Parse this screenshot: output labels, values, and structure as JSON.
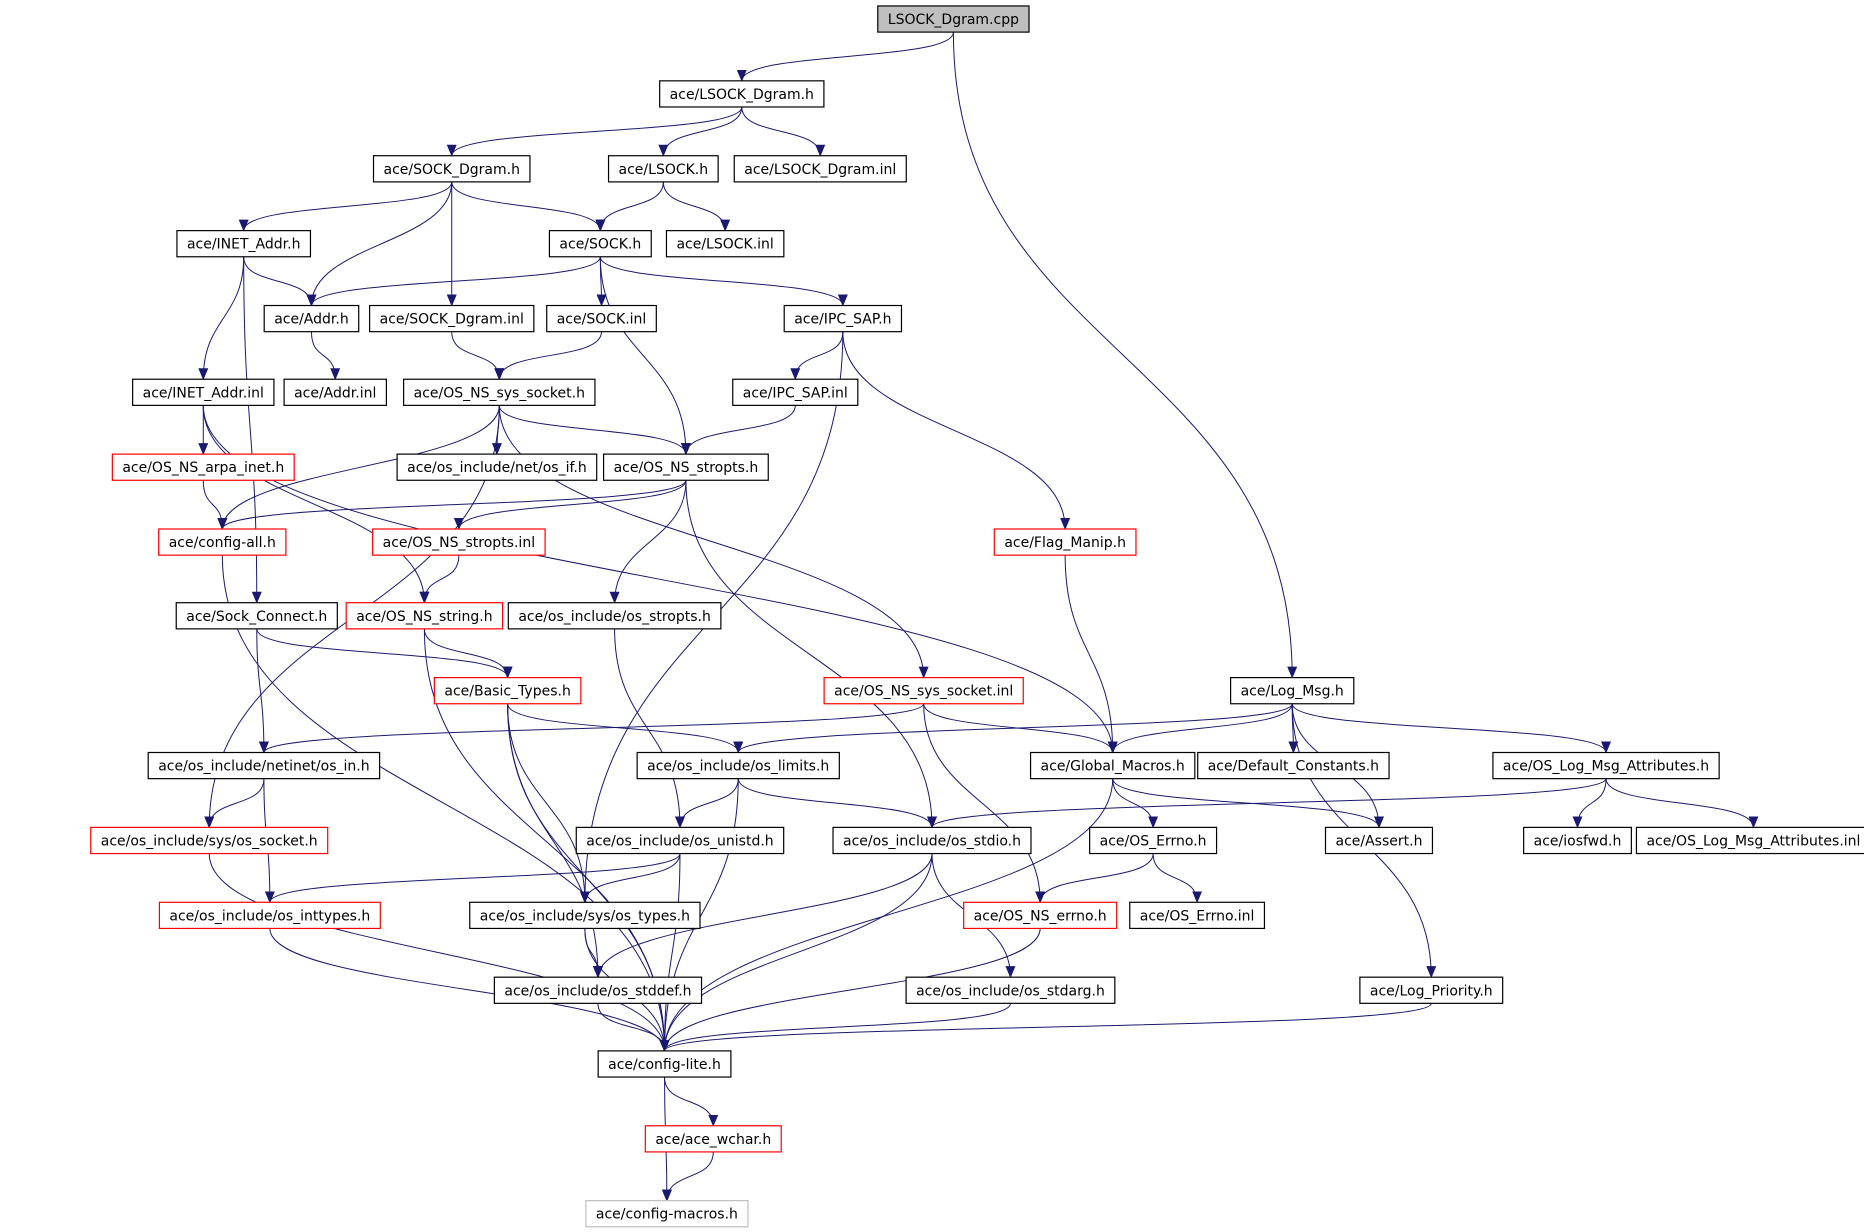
{
  "colors": {
    "edge": "#191970",
    "node_border_default": "#000000",
    "node_border_truncated": "#ff0000",
    "node_border_external": "#bfbfbf",
    "root_fill": "#bfbfbf"
  },
  "nodes": [
    {
      "id": "lsock_dgram_cpp",
      "label": "LSOCK_Dgram.cpp",
      "style": "root"
    },
    {
      "id": "lsock_dgram_h",
      "label": "ace/LSOCK_Dgram.h",
      "style": "normal"
    },
    {
      "id": "sock_dgram_h",
      "label": "ace/SOCK_Dgram.h",
      "style": "normal"
    },
    {
      "id": "lsock_h",
      "label": "ace/LSOCK.h",
      "style": "normal"
    },
    {
      "id": "lsock_dgram_inl",
      "label": "ace/LSOCK_Dgram.inl",
      "style": "normal"
    },
    {
      "id": "inet_addr_h",
      "label": "ace/INET_Addr.h",
      "style": "normal"
    },
    {
      "id": "sock_h",
      "label": "ace/SOCK.h",
      "style": "normal"
    },
    {
      "id": "lsock_inl",
      "label": "ace/LSOCK.inl",
      "style": "normal"
    },
    {
      "id": "addr_h",
      "label": "ace/Addr.h",
      "style": "normal"
    },
    {
      "id": "sock_dgram_inl",
      "label": "ace/SOCK_Dgram.inl",
      "style": "normal"
    },
    {
      "id": "sock_inl",
      "label": "ace/SOCK.inl",
      "style": "normal"
    },
    {
      "id": "ipc_sap_h",
      "label": "ace/IPC_SAP.h",
      "style": "normal"
    },
    {
      "id": "inet_addr_inl",
      "label": "ace/INET_Addr.inl",
      "style": "normal"
    },
    {
      "id": "addr_inl",
      "label": "ace/Addr.inl",
      "style": "normal"
    },
    {
      "id": "os_ns_sys_socket_h",
      "label": "ace/OS_NS_sys_socket.h",
      "style": "normal"
    },
    {
      "id": "ipc_sap_inl",
      "label": "ace/IPC_SAP.inl",
      "style": "normal"
    },
    {
      "id": "os_ns_arpa_inet_h",
      "label": "ace/OS_NS_arpa_inet.h",
      "style": "truncated"
    },
    {
      "id": "os_if_h",
      "label": "ace/os_include/net/os_if.h",
      "style": "normal"
    },
    {
      "id": "os_ns_stropts_h",
      "label": "ace/OS_NS_stropts.h",
      "style": "normal"
    },
    {
      "id": "config_all_h",
      "label": "ace/config-all.h",
      "style": "truncated"
    },
    {
      "id": "os_ns_stropts_inl",
      "label": "ace/OS_NS_stropts.inl",
      "style": "truncated"
    },
    {
      "id": "flag_manip_h",
      "label": "ace/Flag_Manip.h",
      "style": "truncated"
    },
    {
      "id": "sock_connect_h",
      "label": "ace/Sock_Connect.h",
      "style": "normal"
    },
    {
      "id": "os_ns_string_h",
      "label": "ace/OS_NS_string.h",
      "style": "truncated"
    },
    {
      "id": "os_stropts_h",
      "label": "ace/os_include/os_stropts.h",
      "style": "normal"
    },
    {
      "id": "basic_types_h",
      "label": "ace/Basic_Types.h",
      "style": "truncated"
    },
    {
      "id": "os_ns_sys_socket_inl",
      "label": "ace/OS_NS_sys_socket.inl",
      "style": "truncated"
    },
    {
      "id": "log_msg_h",
      "label": "ace/Log_Msg.h",
      "style": "normal"
    },
    {
      "id": "os_in_h",
      "label": "ace/os_include/netinet/os_in.h",
      "style": "normal"
    },
    {
      "id": "os_limits_h",
      "label": "ace/os_include/os_limits.h",
      "style": "normal"
    },
    {
      "id": "global_macros_h",
      "label": "ace/Global_Macros.h",
      "style": "normal"
    },
    {
      "id": "default_constants_h",
      "label": "ace/Default_Constants.h",
      "style": "normal"
    },
    {
      "id": "os_log_msg_attributes_h",
      "label": "ace/OS_Log_Msg_Attributes.h",
      "style": "normal"
    },
    {
      "id": "os_socket_h",
      "label": "ace/os_include/sys/os_socket.h",
      "style": "truncated"
    },
    {
      "id": "os_unistd_h",
      "label": "ace/os_include/os_unistd.h",
      "style": "normal"
    },
    {
      "id": "os_stdio_h",
      "label": "ace/os_include/os_stdio.h",
      "style": "normal"
    },
    {
      "id": "os_errno_h",
      "label": "ace/OS_Errno.h",
      "style": "normal"
    },
    {
      "id": "assert_h",
      "label": "ace/Assert.h",
      "style": "normal"
    },
    {
      "id": "iosfwd_h",
      "label": "ace/iosfwd.h",
      "style": "normal"
    },
    {
      "id": "os_log_msg_attributes_inl",
      "label": "ace/OS_Log_Msg_Attributes.inl",
      "style": "normal"
    },
    {
      "id": "os_inttypes_h",
      "label": "ace/os_include/os_inttypes.h",
      "style": "truncated"
    },
    {
      "id": "os_types_h",
      "label": "ace/os_include/sys/os_types.h",
      "style": "normal"
    },
    {
      "id": "os_ns_errno_h",
      "label": "ace/OS_NS_errno.h",
      "style": "truncated"
    },
    {
      "id": "os_errno_inl",
      "label": "ace/OS_Errno.inl",
      "style": "normal"
    },
    {
      "id": "os_stddef_h",
      "label": "ace/os_include/os_stddef.h",
      "style": "normal"
    },
    {
      "id": "os_stdarg_h",
      "label": "ace/os_include/os_stdarg.h",
      "style": "normal"
    },
    {
      "id": "log_priority_h",
      "label": "ace/Log_Priority.h",
      "style": "normal"
    },
    {
      "id": "config_lite_h",
      "label": "ace/config-lite.h",
      "style": "normal"
    },
    {
      "id": "ace_wchar_h",
      "label": "ace/ace_wchar.h",
      "style": "truncated"
    },
    {
      "id": "config_macros_h",
      "label": "ace/config-macros.h",
      "style": "external"
    }
  ],
  "edges": [
    [
      "lsock_dgram_cpp",
      "lsock_dgram_h"
    ],
    [
      "lsock_dgram_cpp",
      "log_msg_h"
    ],
    [
      "lsock_dgram_h",
      "sock_dgram_h"
    ],
    [
      "lsock_dgram_h",
      "lsock_h"
    ],
    [
      "lsock_dgram_h",
      "lsock_dgram_inl"
    ],
    [
      "sock_dgram_h",
      "inet_addr_h"
    ],
    [
      "sock_dgram_h",
      "addr_h"
    ],
    [
      "sock_dgram_h",
      "sock_h"
    ],
    [
      "sock_dgram_h",
      "sock_dgram_inl"
    ],
    [
      "lsock_h",
      "sock_h"
    ],
    [
      "lsock_h",
      "lsock_inl"
    ],
    [
      "inet_addr_h",
      "addr_h"
    ],
    [
      "inet_addr_h",
      "inet_addr_inl"
    ],
    [
      "inet_addr_h",
      "sock_connect_h"
    ],
    [
      "sock_h",
      "addr_h"
    ],
    [
      "sock_h",
      "sock_inl"
    ],
    [
      "sock_h",
      "ipc_sap_h"
    ],
    [
      "sock_h",
      "os_ns_stropts_h"
    ],
    [
      "addr_h",
      "addr_inl"
    ],
    [
      "sock_dgram_inl",
      "os_ns_sys_socket_h"
    ],
    [
      "sock_inl",
      "os_ns_sys_socket_h"
    ],
    [
      "ipc_sap_h",
      "ipc_sap_inl"
    ],
    [
      "ipc_sap_h",
      "flag_manip_h"
    ],
    [
      "ipc_sap_h",
      "os_types_h"
    ],
    [
      "ipc_sap_inl",
      "os_ns_stropts_h"
    ],
    [
      "inet_addr_inl",
      "os_ns_arpa_inet_h"
    ],
    [
      "inet_addr_inl",
      "os_ns_string_h"
    ],
    [
      "inet_addr_inl",
      "global_macros_h"
    ],
    [
      "os_ns_sys_socket_h",
      "os_if_h"
    ],
    [
      "os_ns_sys_socket_h",
      "os_ns_stropts_h"
    ],
    [
      "os_ns_sys_socket_h",
      "config_all_h"
    ],
    [
      "os_ns_sys_socket_h",
      "os_socket_h"
    ],
    [
      "os_ns_sys_socket_h",
      "os_ns_sys_socket_inl"
    ],
    [
      "os_ns_arpa_inet_h",
      "config_all_h"
    ],
    [
      "os_ns_stropts_h",
      "config_all_h"
    ],
    [
      "os_ns_stropts_h",
      "os_ns_stropts_inl"
    ],
    [
      "os_ns_stropts_h",
      "os_stropts_h"
    ],
    [
      "os_ns_stropts_h",
      "os_stdio_h"
    ],
    [
      "os_ns_stropts_inl",
      "os_ns_string_h"
    ],
    [
      "config_all_h",
      "config_lite_h"
    ],
    [
      "flag_manip_h",
      "global_macros_h"
    ],
    [
      "sock_connect_h",
      "basic_types_h"
    ],
    [
      "sock_connect_h",
      "os_in_h"
    ],
    [
      "os_ns_string_h",
      "basic_types_h"
    ],
    [
      "os_ns_string_h",
      "config_lite_h"
    ],
    [
      "os_stropts_h",
      "os_unistd_h"
    ],
    [
      "basic_types_h",
      "os_limits_h"
    ],
    [
      "basic_types_h",
      "os_types_h"
    ],
    [
      "basic_types_h",
      "os_stddef_h"
    ],
    [
      "basic_types_h",
      "config_lite_h"
    ],
    [
      "os_ns_sys_socket_inl",
      "os_in_h"
    ],
    [
      "os_ns_sys_socket_inl",
      "global_macros_h"
    ],
    [
      "os_ns_sys_socket_inl",
      "os_ns_errno_h"
    ],
    [
      "log_msg_h",
      "global_macros_h"
    ],
    [
      "log_msg_h",
      "default_constants_h"
    ],
    [
      "log_msg_h",
      "os_log_msg_attributes_h"
    ],
    [
      "log_msg_h",
      "assert_h"
    ],
    [
      "log_msg_h",
      "log_priority_h"
    ],
    [
      "log_msg_h",
      "os_limits_h"
    ],
    [
      "os_in_h",
      "os_socket_h"
    ],
    [
      "os_in_h",
      "os_inttypes_h"
    ],
    [
      "os_limits_h",
      "os_unistd_h"
    ],
    [
      "os_limits_h",
      "os_stdio_h"
    ],
    [
      "os_limits_h",
      "config_lite_h"
    ],
    [
      "global_macros_h",
      "os_errno_h"
    ],
    [
      "global_macros_h",
      "assert_h"
    ],
    [
      "global_macros_h",
      "config_lite_h"
    ],
    [
      "os_log_msg_attributes_h",
      "iosfwd_h"
    ],
    [
      "os_log_msg_attributes_h",
      "os_log_msg_attributes_inl"
    ],
    [
      "os_log_msg_attributes_h",
      "os_stdio_h"
    ],
    [
      "os_socket_h",
      "config_lite_h"
    ],
    [
      "os_unistd_h",
      "os_types_h"
    ],
    [
      "os_unistd_h",
      "os_inttypes_h"
    ],
    [
      "os_unistd_h",
      "config_lite_h"
    ],
    [
      "os_stdio_h",
      "os_stddef_h"
    ],
    [
      "os_stdio_h",
      "os_stdarg_h"
    ],
    [
      "os_stdio_h",
      "config_lite_h"
    ],
    [
      "os_errno_h",
      "os_ns_errno_h"
    ],
    [
      "os_errno_h",
      "os_errno_inl"
    ],
    [
      "os_inttypes_h",
      "config_lite_h"
    ],
    [
      "os_types_h",
      "os_stddef_h"
    ],
    [
      "os_types_h",
      "config_lite_h"
    ],
    [
      "os_ns_errno_h",
      "config_lite_h"
    ],
    [
      "os_stddef_h",
      "config_lite_h"
    ],
    [
      "os_stdarg_h",
      "config_lite_h"
    ],
    [
      "log_priority_h",
      "config_lite_h"
    ],
    [
      "config_lite_h",
      "ace_wchar_h"
    ],
    [
      "config_lite_h",
      "config_macros_h"
    ],
    [
      "ace_wchar_h",
      "config_macros_h"
    ]
  ]
}
